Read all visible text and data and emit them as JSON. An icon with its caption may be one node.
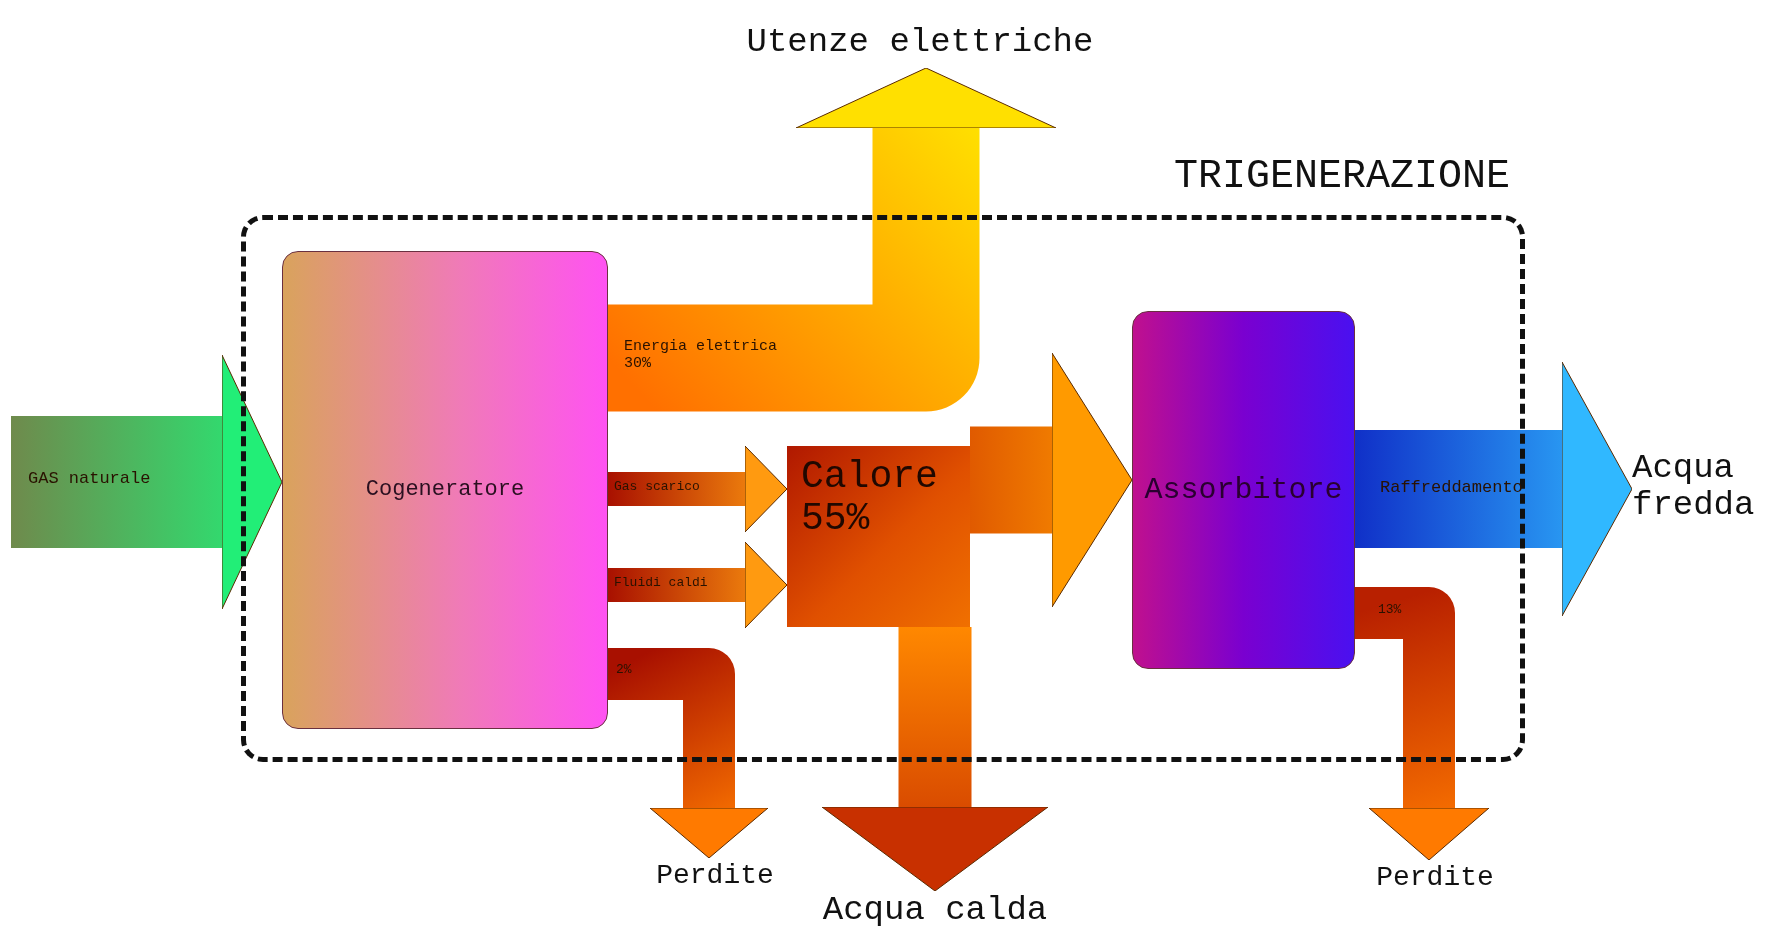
{
  "diagram": {
    "nodes": [
      {
        "text": [
          "TRIGENERAZIONE"
        ]
      },
      {
        "text": [
          "Cogeneratore"
        ],
        "in": 0
      },
      {
        "text": [
          "Calore 55%"
        ],
        "in": 0
      },
      {
        "text": [
          "Assorbitore"
        ],
        "in": 0
      },
      {
        "text": [
          "Utenze elettriche"
        ]
      },
      {
        "text": [
          "Perdite"
        ]
      },
      {
        "text": [
          "Acqua calda"
        ]
      },
      {
        "text": [
          "Perdite"
        ]
      },
      {
        "text": [
          "Acqua fredda"
        ]
      }
    ],
    "edges": [
      {
        "from": null,
        "to": 1,
        "arrow": "to",
        "label": "GAS naturale",
        "color": "#22ee77"
      },
      {
        "from": 1,
        "to": 4,
        "arrow": "to",
        "label": "Energia elettrica 30%",
        "color": "#ffe000"
      },
      {
        "from": 1,
        "to": 2,
        "arrow": "to",
        "label": "Gas scarico",
        "color": "#ff9a10"
      },
      {
        "from": 1,
        "to": 2,
        "arrow": "to",
        "label": "Fluidi caldi",
        "color": "#ff9a10"
      },
      {
        "from": 1,
        "to": 5,
        "arrow": "to",
        "label": "2%",
        "color": "#ff7a00"
      },
      {
        "from": 2,
        "to": 3,
        "arrow": "to",
        "color": "#ff9a00"
      },
      {
        "from": 2,
        "to": 6,
        "arrow": "to",
        "color": "#c83000"
      },
      {
        "from": 3,
        "to": 8,
        "arrow": "to",
        "label": "Raffreddamento",
        "color": "#30b8ff"
      },
      {
        "from": 3,
        "to": 7,
        "arrow": "to",
        "label": "13%",
        "color": "#ff7a00"
      }
    ]
  }
}
